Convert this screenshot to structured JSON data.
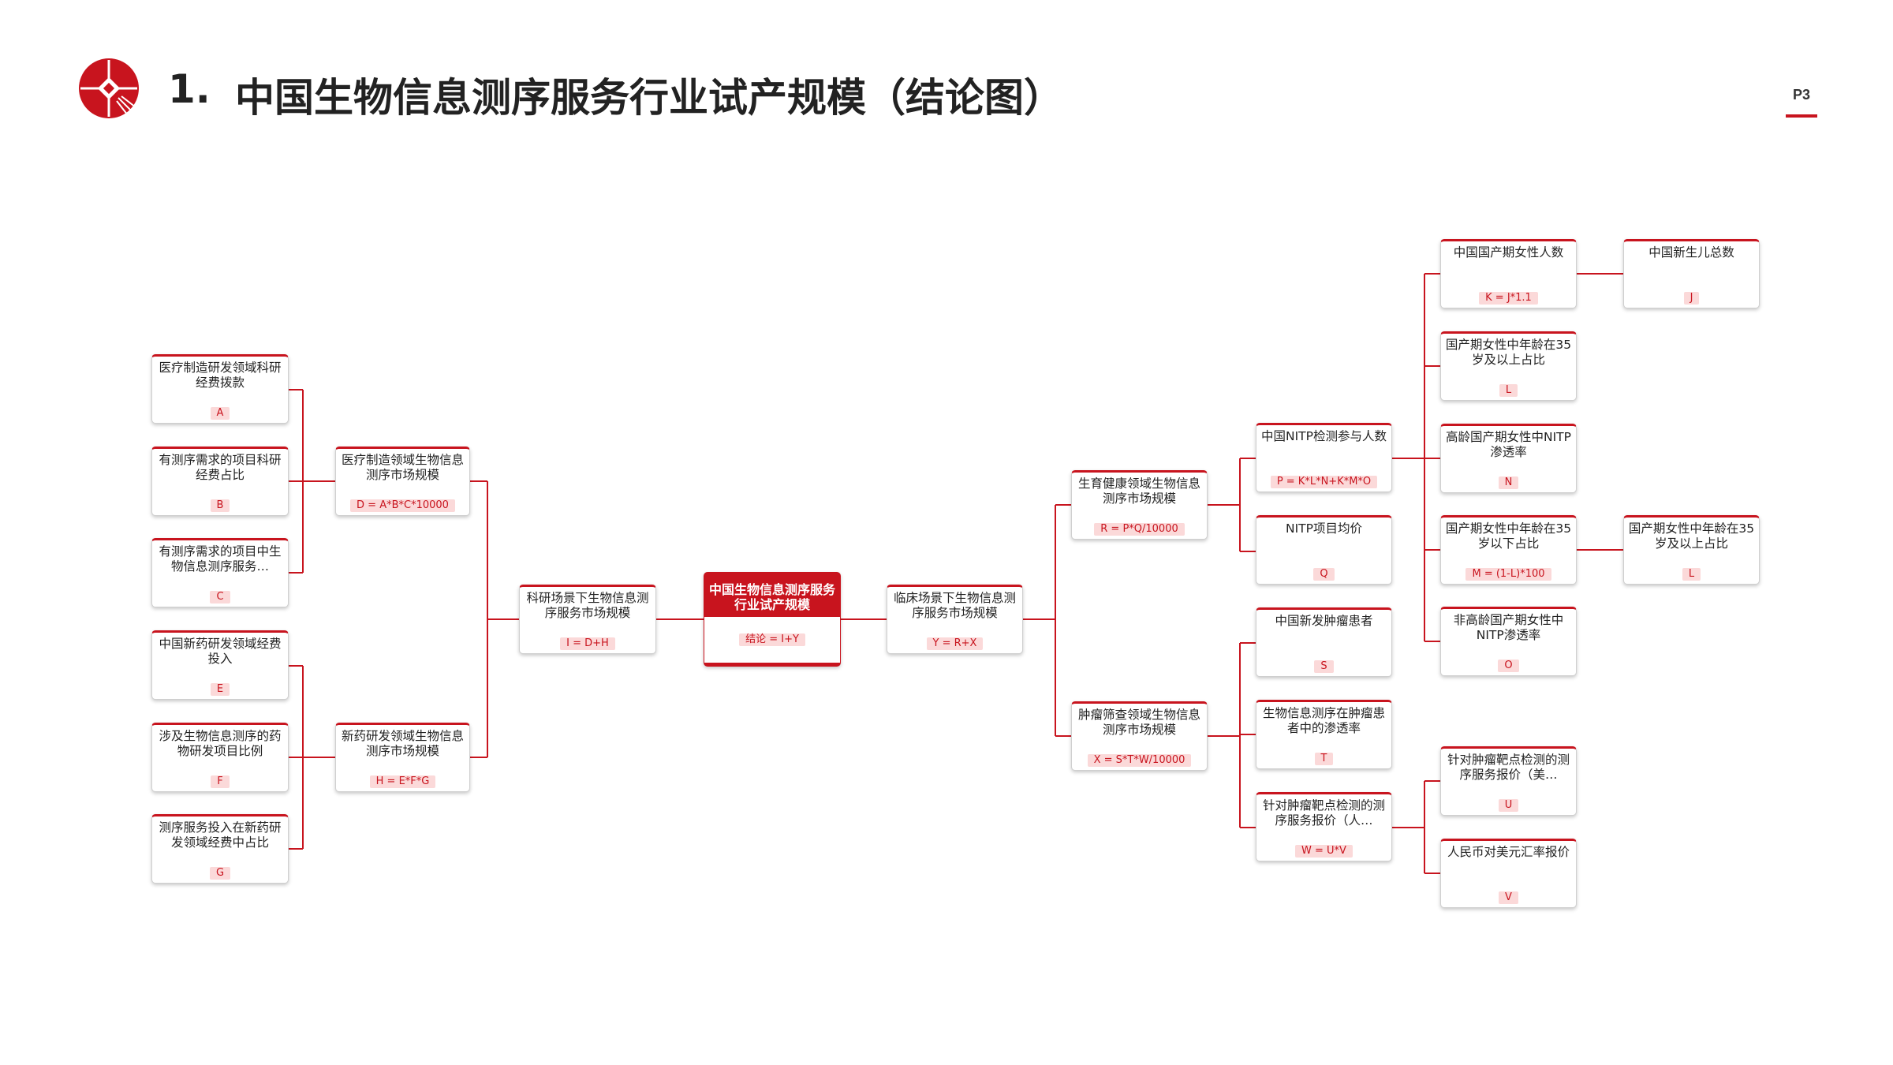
{
  "header": {
    "number": "1.",
    "title": "中国生物信息测序服务行业试产规模（结论图）",
    "page": "P3",
    "accent_color": "#c8141e"
  },
  "diagram": {
    "root": {
      "label": "中国生物信息测序服务行业试产规模",
      "formula": "结论 = I+Y"
    },
    "nodes": {
      "A": {
        "label": "医疗制造研发领域科研经费拨款",
        "formula": "A"
      },
      "B": {
        "label": "有测序需求的项目科研经费占比",
        "formula": "B"
      },
      "C": {
        "label": "有测序需求的项目中生物信息测序服务…",
        "formula": "C"
      },
      "E": {
        "label": "中国新药研发领域经费投入",
        "formula": "E"
      },
      "F": {
        "label": "涉及生物信息测序的药物研发项目比例",
        "formula": "F"
      },
      "G": {
        "label": "测序服务投入在新药研发领域经费中占比",
        "formula": "G"
      },
      "D": {
        "label": "医疗制造领域生物信息测序市场规模",
        "formula": "D = A*B*C*10000"
      },
      "H": {
        "label": "新药研发领域生物信息测序市场规模",
        "formula": "H = E*F*G"
      },
      "I": {
        "label": "科研场景下生物信息测序服务市场规模",
        "formula": "I = D+H"
      },
      "Y": {
        "label": "临床场景下生物信息测序服务市场规模",
        "formula": "Y = R+X"
      },
      "R": {
        "label": "生育健康领域生物信息测序市场规模",
        "formula": "R = P*Q/10000"
      },
      "X": {
        "label": "肿瘤筛查领域生物信息测序市场规模",
        "formula": "X = S*T*W/10000"
      },
      "P": {
        "label": "中国NITP检测参与人数",
        "formula": "P = K*L*N+K*M*O"
      },
      "Q": {
        "label": "NITP项目均价",
        "formula": "Q"
      },
      "S": {
        "label": "中国新发肿瘤患者",
        "formula": "S"
      },
      "T": {
        "label": "生物信息测序在肿瘤患者中的渗透率",
        "formula": "T"
      },
      "W": {
        "label": "针对肿瘤靶点检测的测序服务报价（人…",
        "formula": "W = U*V"
      },
      "K": {
        "label": "中国国产期女性人数",
        "formula": "K = J*1.1"
      },
      "L": {
        "label": "国产期女性中年龄在35岁及以上占比",
        "formula": "L"
      },
      "N": {
        "label": "高龄国产期女性中NITP渗透率",
        "formula": "N"
      },
      "M": {
        "label": "国产期女性中年龄在35岁以下占比",
        "formula": "M = (1-L)*100"
      },
      "O": {
        "label": "非高龄国产期女性中NITP渗透率",
        "formula": "O"
      },
      "U": {
        "label": "针对肿瘤靶点检测的测序服务报价（美…",
        "formula": "U"
      },
      "V": {
        "label": "人民币对美元汇率报价",
        "formula": "V"
      },
      "J": {
        "label": "中国新生儿总数",
        "formula": "J"
      },
      "L2": {
        "label": "国产期女性中年龄在35岁及以上占比",
        "formula": "L"
      }
    }
  }
}
